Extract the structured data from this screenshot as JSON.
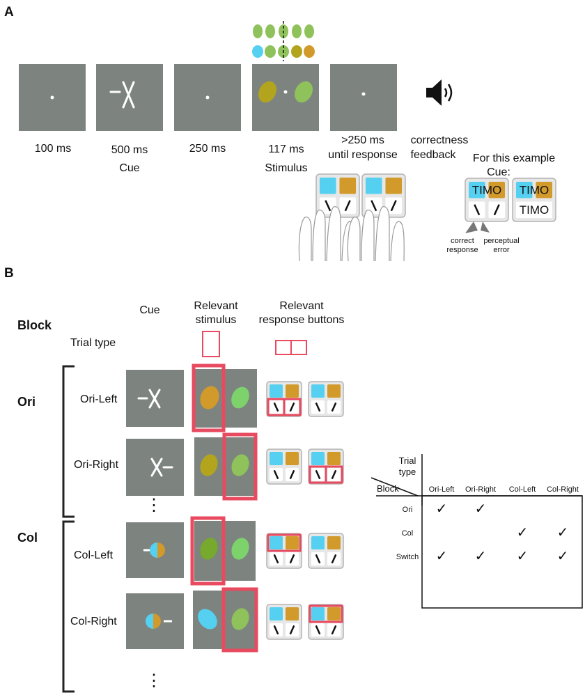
{
  "panel_a": {
    "letter": "A",
    "timeline": [
      {
        "duration": "100 ms",
        "name": ""
      },
      {
        "duration": "500 ms",
        "name": "Cue"
      },
      {
        "duration": "250 ms",
        "name": ""
      },
      {
        "duration": "117 ms",
        "name": "Stimulus"
      },
      {
        "duration": ">250 ms",
        "name": "until response"
      },
      {
        "duration": "correctness",
        "name": "feedback"
      }
    ],
    "example": {
      "title_line1": "For this example",
      "title_line2": "Cue:",
      "key_text": "TIMO",
      "arrow1_line1": "correct",
      "arrow1_line2": "response",
      "arrow2_line1": "perceptual",
      "arrow2_line2": "error"
    }
  },
  "panel_b": {
    "letter": "B",
    "headers": {
      "cue": "Cue",
      "stim_line1": "Relevant",
      "stim_line2": "stimulus",
      "resp_line1": "Relevant",
      "resp_line2": "response buttons",
      "block": "Block",
      "trial_type": "Trial type"
    },
    "blocks": [
      {
        "name": "Ori",
        "trials": [
          "Ori-Left",
          "Ori-Right"
        ]
      },
      {
        "name": "Col",
        "trials": [
          "Col-Left",
          "Col-Right"
        ]
      }
    ],
    "table": {
      "corner_top": "Trial",
      "corner_top2": "type",
      "corner_left": "Block",
      "columns": [
        "Ori-Left",
        "Ori-Right",
        "Col-Left",
        "Col-Right"
      ],
      "rows": [
        {
          "block": "Ori",
          "checks": [
            true,
            true,
            false,
            false
          ]
        },
        {
          "block": "Col",
          "checks": [
            false,
            false,
            true,
            true
          ]
        },
        {
          "block": "Switch",
          "checks": [
            true,
            true,
            true,
            true
          ]
        }
      ],
      "check_glyph": "✓"
    }
  },
  "colors": {
    "screen_gray": "#7d8480",
    "highlight": "#e84a5f",
    "cyan": "#55d0f0",
    "orange": "#d19a2a",
    "olive": "#b3a41e",
    "green": "#8fc25a",
    "light_green": "#7dd26c",
    "pad_bg": "#e7e7e7",
    "pad_border": "#b3b3b3"
  },
  "icons": [
    "speaker-icon",
    "hands-icon",
    "cross-cue-icon",
    "color-cue-icon"
  ]
}
